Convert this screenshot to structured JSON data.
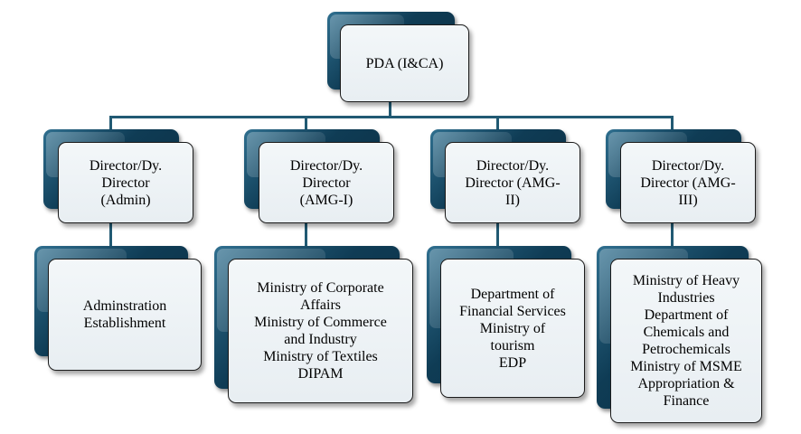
{
  "diagram": {
    "root": {
      "label": "PDA (I&CA)"
    },
    "directors": [
      {
        "title": "Director/Dy.\nDirector\n(Admin)",
        "portfolio": "Adminstration\nEstablishment"
      },
      {
        "title": "Director/Dy.\nDirector\n(AMG-I)",
        "portfolio": "Ministry of Corporate\nAffairs\nMinistry of Commerce\nand Industry\nMinistry of Textiles\nDIPAM"
      },
      {
        "title": "Director/Dy.\nDirector (AMG-\nII)",
        "portfolio": "Department of\nFinancial Services\nMinistry of\ntourism\nEDP"
      },
      {
        "title": "Director/Dy.\nDirector (AMG-\nIII)",
        "portfolio": "Ministry of Heavy\nIndustries\nDepartment of\nChemicals and\nPetrochemicals\nMinistry of MSME\nAppropriation &\nFinance"
      }
    ]
  }
}
